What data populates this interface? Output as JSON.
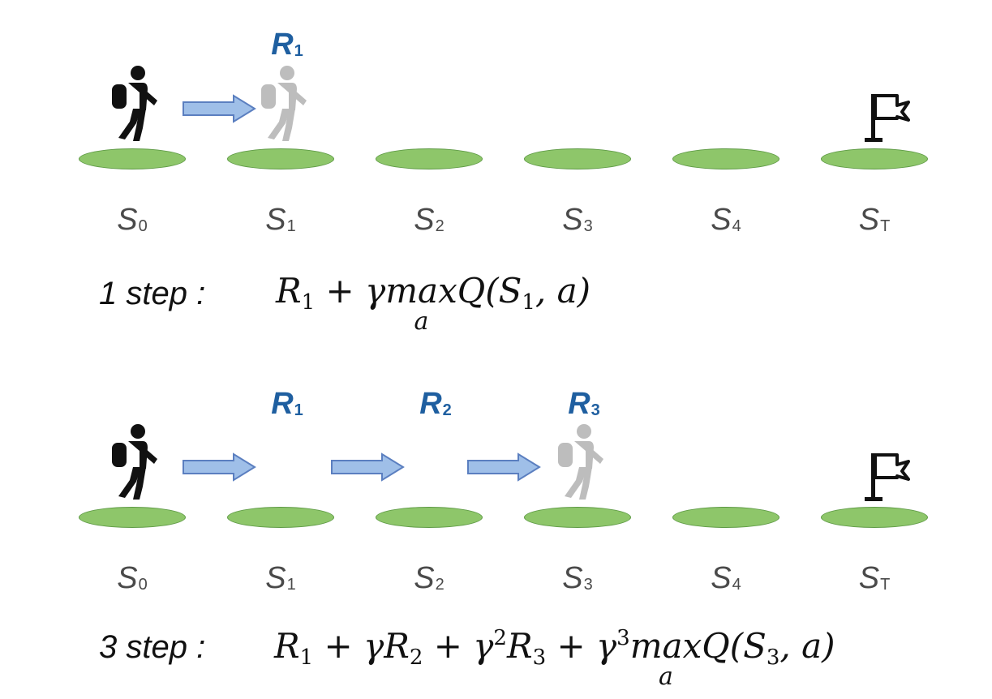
{
  "row1": {
    "states": [
      {
        "letter": "S",
        "sub": "0"
      },
      {
        "letter": "S",
        "sub": "1"
      },
      {
        "letter": "S",
        "sub": "2"
      },
      {
        "letter": "S",
        "sub": "3"
      },
      {
        "letter": "S",
        "sub": "4"
      },
      {
        "letter": "S",
        "sub": "T"
      }
    ],
    "rewards": [
      {
        "letter": "R",
        "sub": "1"
      }
    ],
    "step_label": "1 step :",
    "formula": {
      "r1": "R",
      "r1_sub": "1",
      "plus": "+",
      "gamma": "γ",
      "max": "max",
      "under": "a",
      "q": "Q(S",
      "q_sub": "1",
      "tail": ", a)"
    }
  },
  "row2": {
    "states": [
      {
        "letter": "S",
        "sub": "0"
      },
      {
        "letter": "S",
        "sub": "1"
      },
      {
        "letter": "S",
        "sub": "2"
      },
      {
        "letter": "S",
        "sub": "3"
      },
      {
        "letter": "S",
        "sub": "4"
      },
      {
        "letter": "S",
        "sub": "T"
      }
    ],
    "rewards": [
      {
        "letter": "R",
        "sub": "1"
      },
      {
        "letter": "R",
        "sub": "2"
      },
      {
        "letter": "R",
        "sub": "3"
      }
    ],
    "step_label": "3 step :",
    "formula": {
      "r1": "R",
      "r1_sub": "1",
      "plus1": "+",
      "gamma1": "γ",
      "r2": "R",
      "r2_sub": "2",
      "plus2": "+",
      "gamma2": "γ",
      "gamma2_sup": "2",
      "r3": "R",
      "r3_sub": "3",
      "plus3": "+",
      "gamma3": "γ",
      "gamma3_sup": "3",
      "max": "max",
      "under": "a",
      "q": "Q(S",
      "q_sub": "3",
      "tail": ", a)"
    }
  },
  "colors": {
    "ellipse_fill": "#8ec66a",
    "ellipse_stroke": "#5e9a45",
    "arrow_fill": "#9fbfe8",
    "arrow_stroke": "#5b7fc0",
    "reward_blue": "#1f5fa0",
    "walker_active": "#111111",
    "walker_ghost": "#bdbdbd"
  },
  "icons": [
    "hiker-icon",
    "hiker-ghost-icon",
    "arrow-right-icon",
    "finish-flag-icon"
  ]
}
